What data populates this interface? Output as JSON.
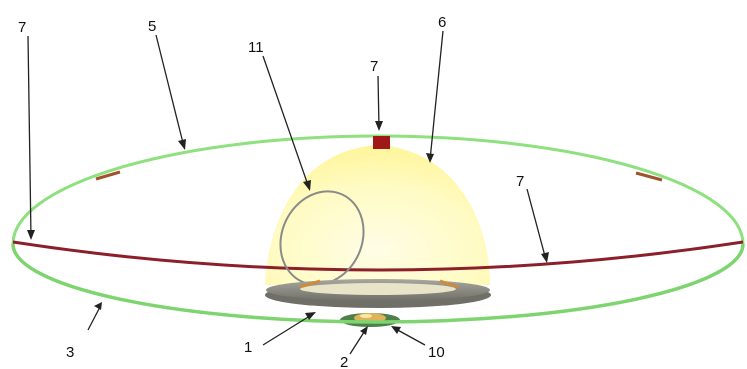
{
  "labels": {
    "l1": "1",
    "l2": "2",
    "l3": "3",
    "l5": "5",
    "l6": "6",
    "l7_top": "7",
    "l7_left": "7",
    "l7_right": "7",
    "l10": "10",
    "l11": "11"
  },
  "colors": {
    "outer_ring": "#7ed56f",
    "equator_band": "#8b1f2a",
    "dome": "#fffbc4",
    "marker": "#a01818",
    "base_plate": "#8c8c84",
    "small_loop": "#8a8a8a"
  }
}
